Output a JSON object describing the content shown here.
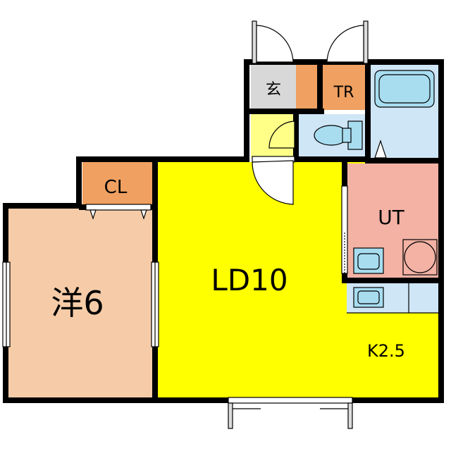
{
  "rooms": {
    "entrance": "玄",
    "trunk_room": "TR",
    "closet": "CL",
    "western_room": "洋6",
    "living_dining": "LD10",
    "utility": "UT",
    "kitchen": "K2.5"
  },
  "colors": {
    "wall": "#000000",
    "living_dining": "#ffff00",
    "western_room": "#f6cca8",
    "storage": "#f0a060",
    "entrance": "#d8d8d8",
    "hall": "#ffff88",
    "toilet": "#cfe6f7",
    "bath": "#cfe6f7",
    "bath_fixture": "#a8ddf0",
    "utility": "#f3b2a4",
    "kitchen_counter": "#cfe6f7",
    "fixture": "#a8ddf0",
    "door_white": "#ffffff"
  }
}
